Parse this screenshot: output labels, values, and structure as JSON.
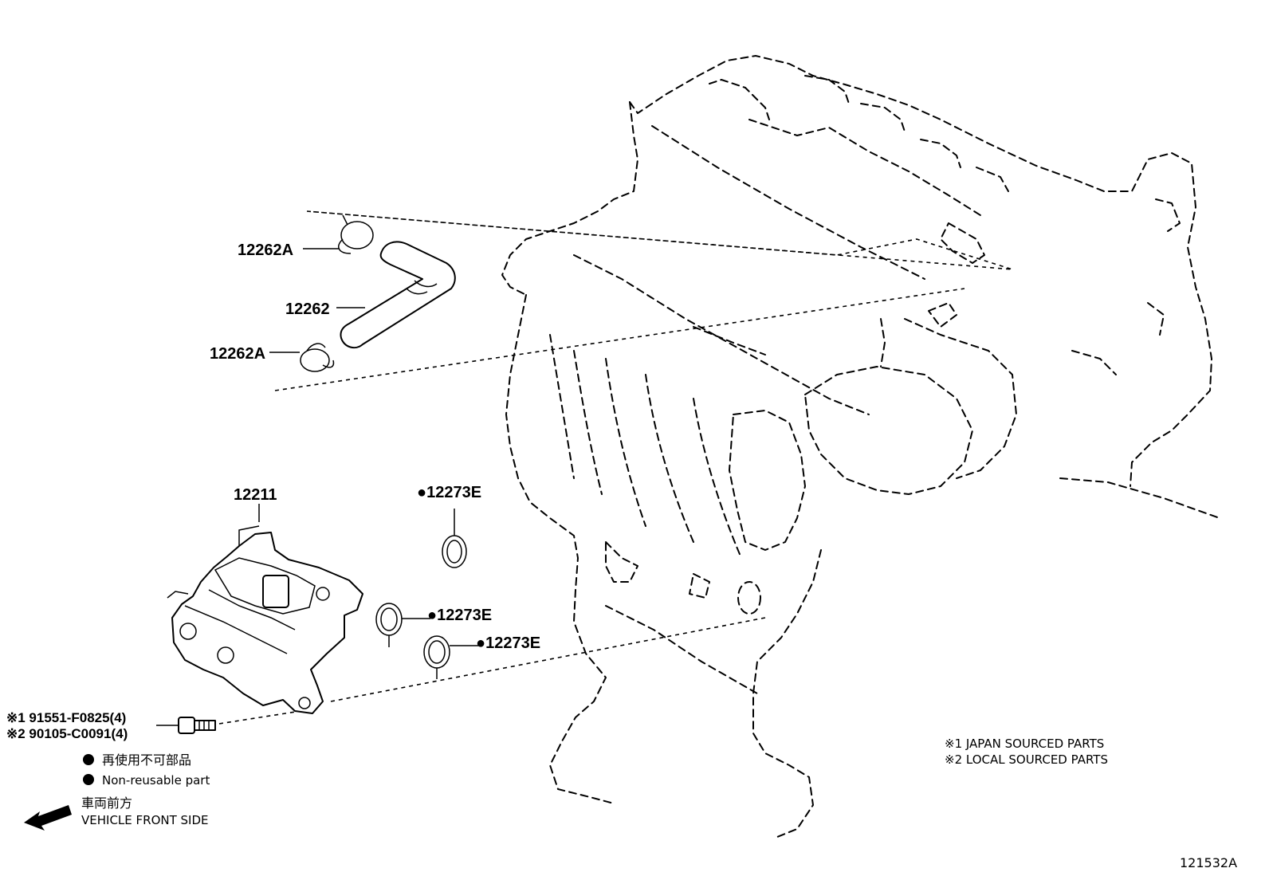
{
  "parts": {
    "clip_upper": "12262A",
    "hose": "12262",
    "clip_lower": "12262A",
    "separator": "12211",
    "gasket_top": "●12273E",
    "gasket_mid": "●12273E",
    "gasket_low": "●12273E"
  },
  "bolt": {
    "line1": "※1  91551-F0825(4)",
    "line2": "※2  90105-C0091(4)"
  },
  "legend": {
    "nonreusable_jp": "再使用不可部品",
    "nonreusable_en": "Non-reusable part",
    "front_jp": "車両前方",
    "front_en": "VEHICLE FRONT SIDE"
  },
  "notes": {
    "japan": "※1  JAPAN SOURCED PARTS",
    "local": "※2  LOCAL SOURCED PARTS"
  },
  "diagram_id": "121532A"
}
